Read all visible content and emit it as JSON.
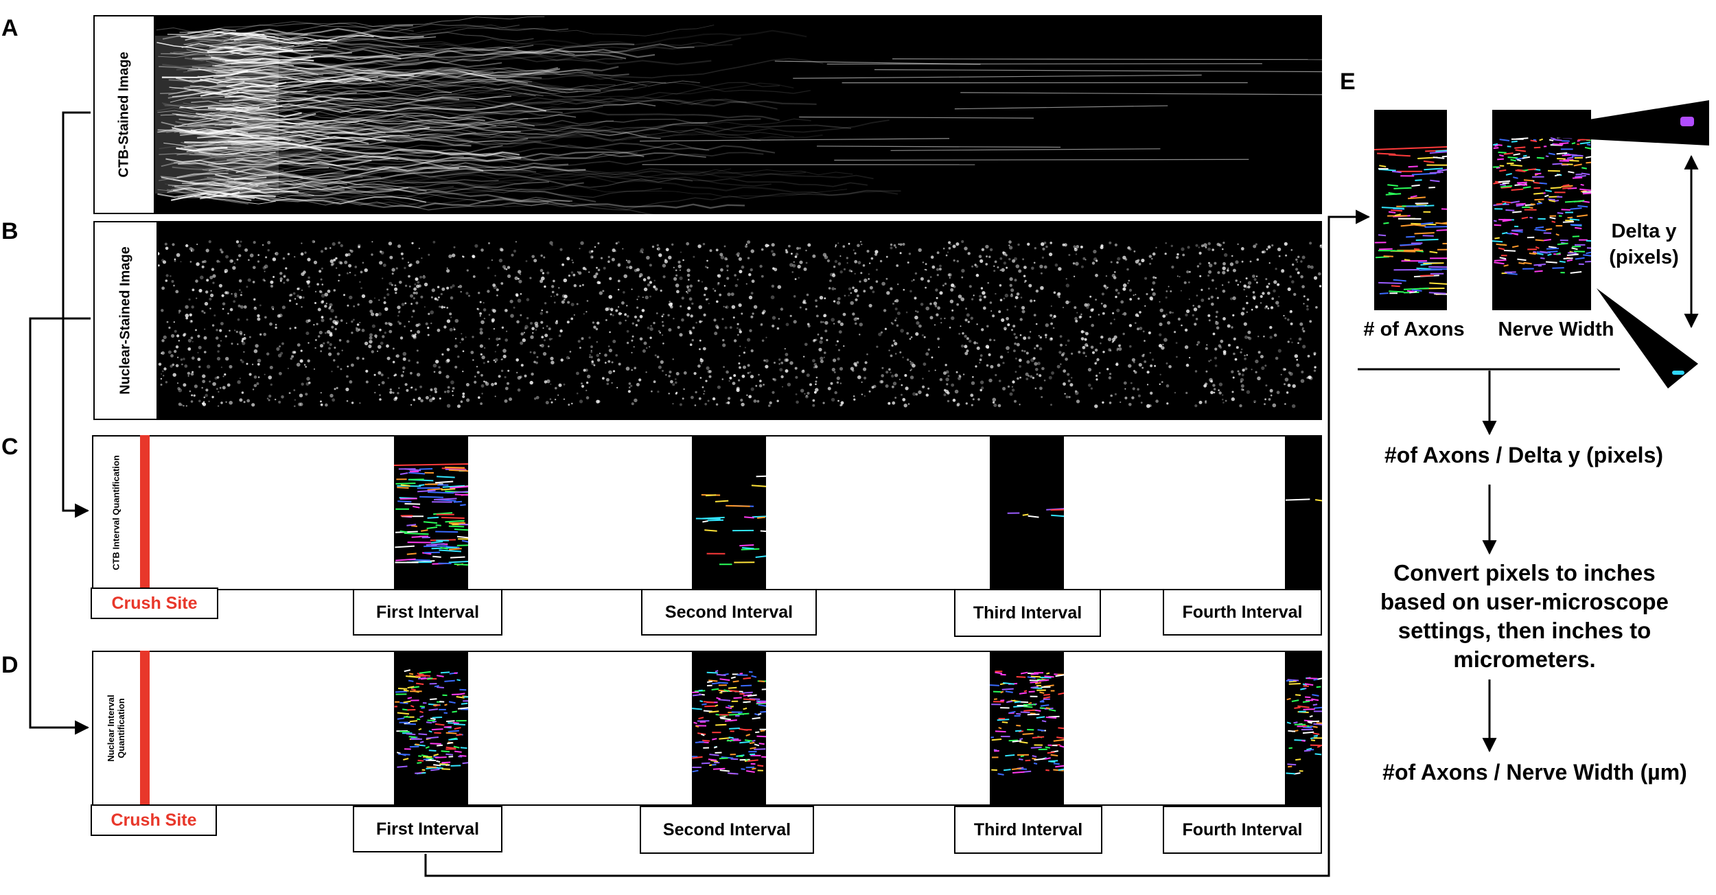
{
  "panels": {
    "a": {
      "letter": "A",
      "side_label": "CTB-Stained Image"
    },
    "b": {
      "letter": "B",
      "side_label": "Nuclear-Stained Image"
    },
    "c": {
      "letter": "C",
      "side_label": "CTB Interval Quantification",
      "crush_label": "Crush Site",
      "intervals": [
        "First Interval",
        "Second Interval",
        "Third Interval",
        "Fourth Interval"
      ]
    },
    "d": {
      "letter": "D",
      "side_label": "Nuclear Interval Quantification",
      "crush_label": "Crush Site",
      "intervals": [
        "First Interval",
        "Second Interval",
        "Third Interval",
        "Fourth Interval"
      ]
    },
    "e": {
      "letter": "E",
      "axons_label": "# of Axons",
      "width_label": "Nerve Width",
      "delta_label_line1": "Delta y",
      "delta_label_line2": "(pixels)",
      "step1": "#of Axons / Delta y (pixels)",
      "step2_line1": "Convert pixels to inches",
      "step2_line2": "based on user-microscope",
      "step2_line3": "settings, then inches to",
      "step2_line4": "micrometers.",
      "step3": "#of Axons / Nerve Width (µm)"
    }
  },
  "colors": {
    "crush": "#e8372a",
    "trace_palette": [
      "#ff3b3b",
      "#2bff5a",
      "#3a6bff",
      "#ffe33a",
      "#ff3bf0",
      "#33e6ff",
      "#ff9a2b",
      "#9b5cff",
      "#ffffff"
    ],
    "marker_purple": "#b14cff",
    "marker_cyan": "#2fd6ff"
  }
}
